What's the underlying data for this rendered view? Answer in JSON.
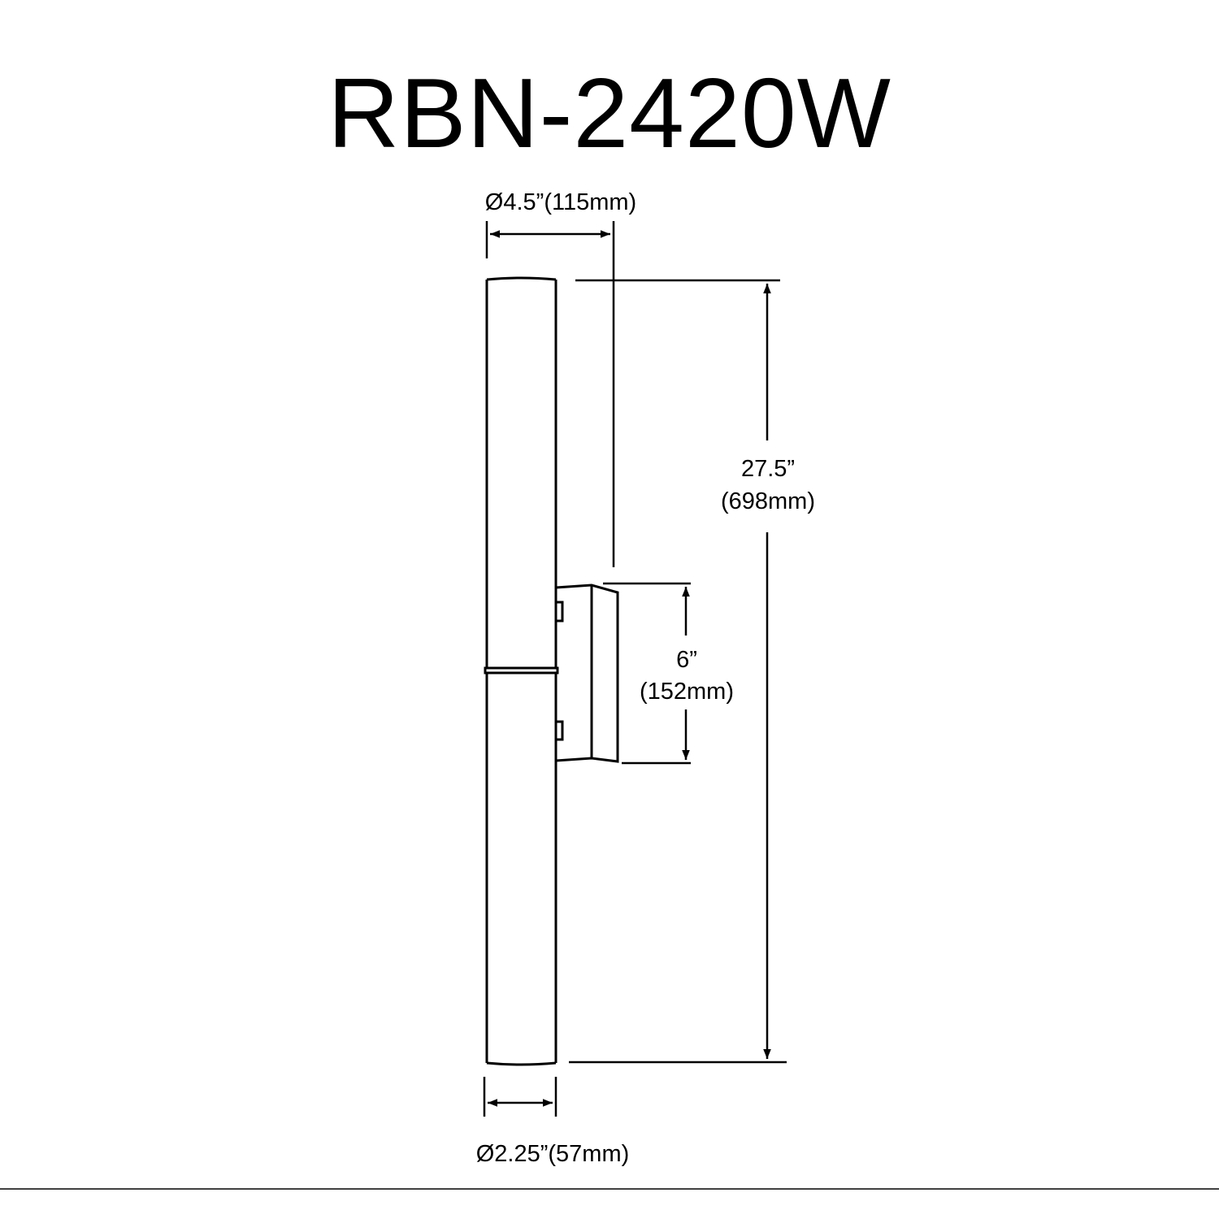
{
  "title": "RBN-2420W",
  "dimensions": {
    "overall_width": "Ø4.5”(115mm)",
    "height_in": "27.5”",
    "height_mm": "(698mm)",
    "backplate_in": "6”",
    "backplate_mm": "(152mm)",
    "tube_diameter": "Ø2.25”(57mm)"
  }
}
